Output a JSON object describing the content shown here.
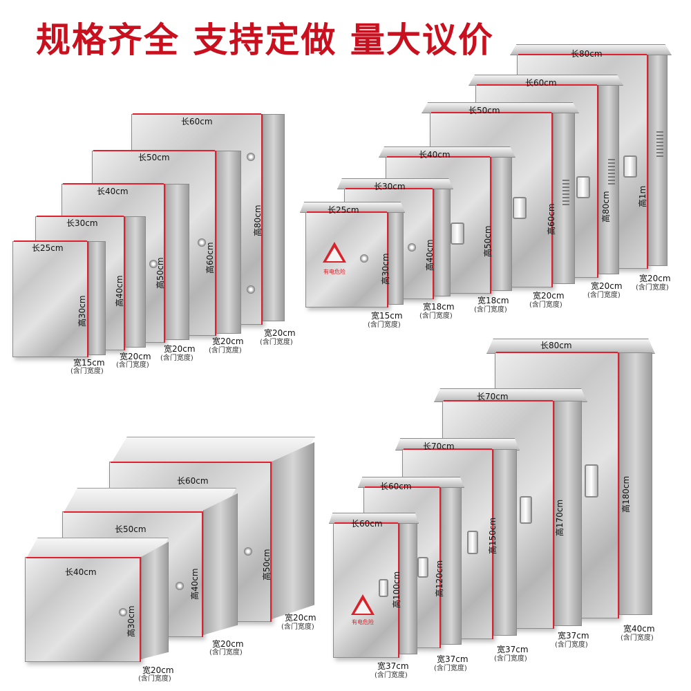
{
  "headline": "规格齐全 支持定做 量大议价",
  "door_width_note": "(含门宽度)",
  "warning_sign_text": "有电危险",
  "groups": {
    "wall_boxes": [
      {
        "length": "长25cm",
        "height": "高30cm",
        "width": "宽15cm"
      },
      {
        "length": "长30cm",
        "height": "高40cm",
        "width": "宽20cm"
      },
      {
        "length": "长40cm",
        "height": "高50cm",
        "width": "宽20cm"
      },
      {
        "length": "长50cm",
        "height": "高60cm",
        "width": "宽20cm"
      },
      {
        "length": "长60cm",
        "height": "高80cm",
        "width": "宽20cm"
      }
    ],
    "rain_boxes": [
      {
        "length": "长25cm",
        "height": "高30cm",
        "width": "宽15cm"
      },
      {
        "length": "长30cm",
        "height": "高40cm",
        "width": "宽18cm"
      },
      {
        "length": "长40cm",
        "height": "高50cm",
        "width": "宽18cm"
      },
      {
        "length": "长50cm",
        "height": "高60cm",
        "width": "宽20cm"
      },
      {
        "length": "长60cm",
        "height": "高80cm",
        "width": "宽20cm"
      },
      {
        "length": "长80cm",
        "height": "高1m",
        "width": "宽20cm"
      }
    ],
    "horizontal_boxes": [
      {
        "length": "长40cm",
        "height": "高30cm",
        "width": "宽20cm"
      },
      {
        "length": "长50cm",
        "height": "高40cm",
        "width": "宽20cm"
      },
      {
        "length": "长60cm",
        "height": "高50cm",
        "width": "宽20cm"
      }
    ],
    "cabinets": [
      {
        "length": "长60cm",
        "height": "高100cm",
        "width": "宽37cm"
      },
      {
        "length": "长60cm",
        "height": "高120cm",
        "width": "宽37cm"
      },
      {
        "length": "长70cm",
        "height": "高150cm",
        "width": "宽37cm"
      },
      {
        "length": "长70cm",
        "height": "高170cm",
        "width": "宽37cm"
      },
      {
        "length": "长80cm",
        "height": "高180cm",
        "width": "宽40cm"
      }
    ]
  }
}
